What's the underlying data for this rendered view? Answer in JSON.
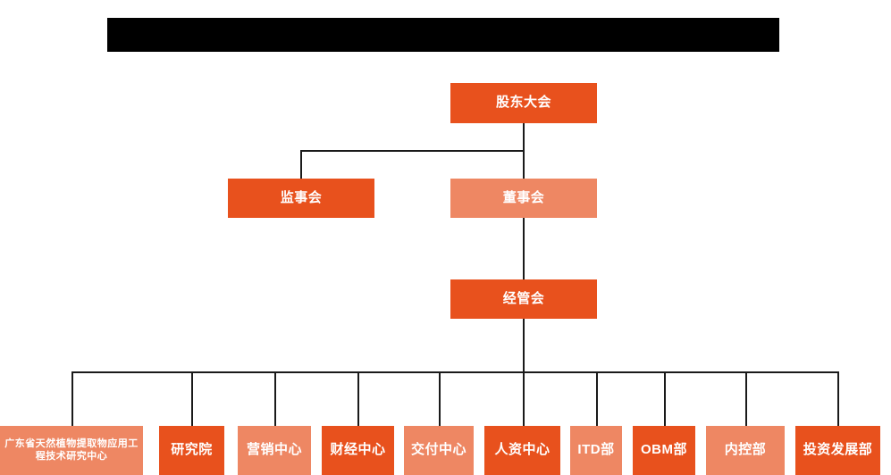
{
  "diagram": {
    "type": "organization-chart",
    "background_color": "#FFFFFF",
    "colors": {
      "primary_dark_orange": "#E8511D",
      "secondary_light_orange": "#EE8763",
      "connector_line": "#1A1A1A",
      "banner": "#000000",
      "text": "#FFFFFF"
    },
    "banner": {
      "label": "",
      "note": "redacted black title bar"
    },
    "nodes": {
      "shareholders_meeting": {
        "label": "股东大会",
        "shade": "dark"
      },
      "board_of_supervisors": {
        "label": "监事会",
        "shade": "dark"
      },
      "board_of_directors": {
        "label": "董事会",
        "shade": "light"
      },
      "management_committee": {
        "label": "经管会",
        "shade": "dark"
      }
    },
    "departments": [
      {
        "label": "广东省天然植物提取物应用工程技术研究中心",
        "shade": "light"
      },
      {
        "label": "研究院",
        "shade": "dark"
      },
      {
        "label": "营销中心",
        "shade": "light"
      },
      {
        "label": "财经中心",
        "shade": "dark"
      },
      {
        "label": "交付中心",
        "shade": "light"
      },
      {
        "label": "人资中心",
        "shade": "dark"
      },
      {
        "label": "ITD部",
        "shade": "light"
      },
      {
        "label": "OBM部",
        "shade": "dark"
      },
      {
        "label": "内控部",
        "shade": "light"
      },
      {
        "label": "投资发展部",
        "shade": "dark"
      }
    ]
  }
}
